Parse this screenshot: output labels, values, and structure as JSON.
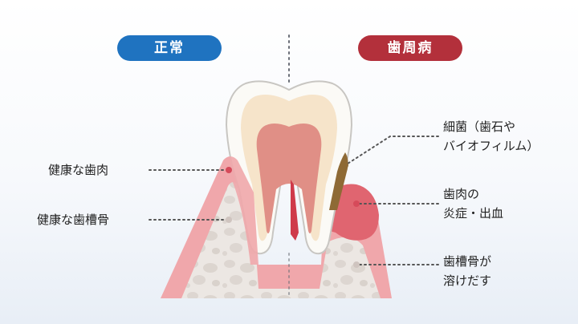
{
  "tags": {
    "normal": "正常",
    "periodontal": "歯周病"
  },
  "labels": {
    "healthy_gum": "健康な歯肉",
    "healthy_bone": "健康な歯槽骨",
    "bacteria_line1": "細菌（歯石や",
    "bacteria_line2": "バイオフィルム）",
    "gum_inflammation_line1": "歯肉の",
    "gum_inflammation_line2": "炎症・出血",
    "bone_loss_line1": "歯槽骨が",
    "bone_loss_line2": "溶けだす"
  },
  "colors": {
    "normal": "#1f73c0",
    "periodontal": "#b3303b",
    "gum": "#f0a7ab",
    "bone": "#ece7e3",
    "enamel": "#fbfaf6",
    "dentin": "#f6e4ca",
    "pulp": "#e08f86",
    "tartar": "#8e6a35",
    "inflamed": "#e06570"
  }
}
